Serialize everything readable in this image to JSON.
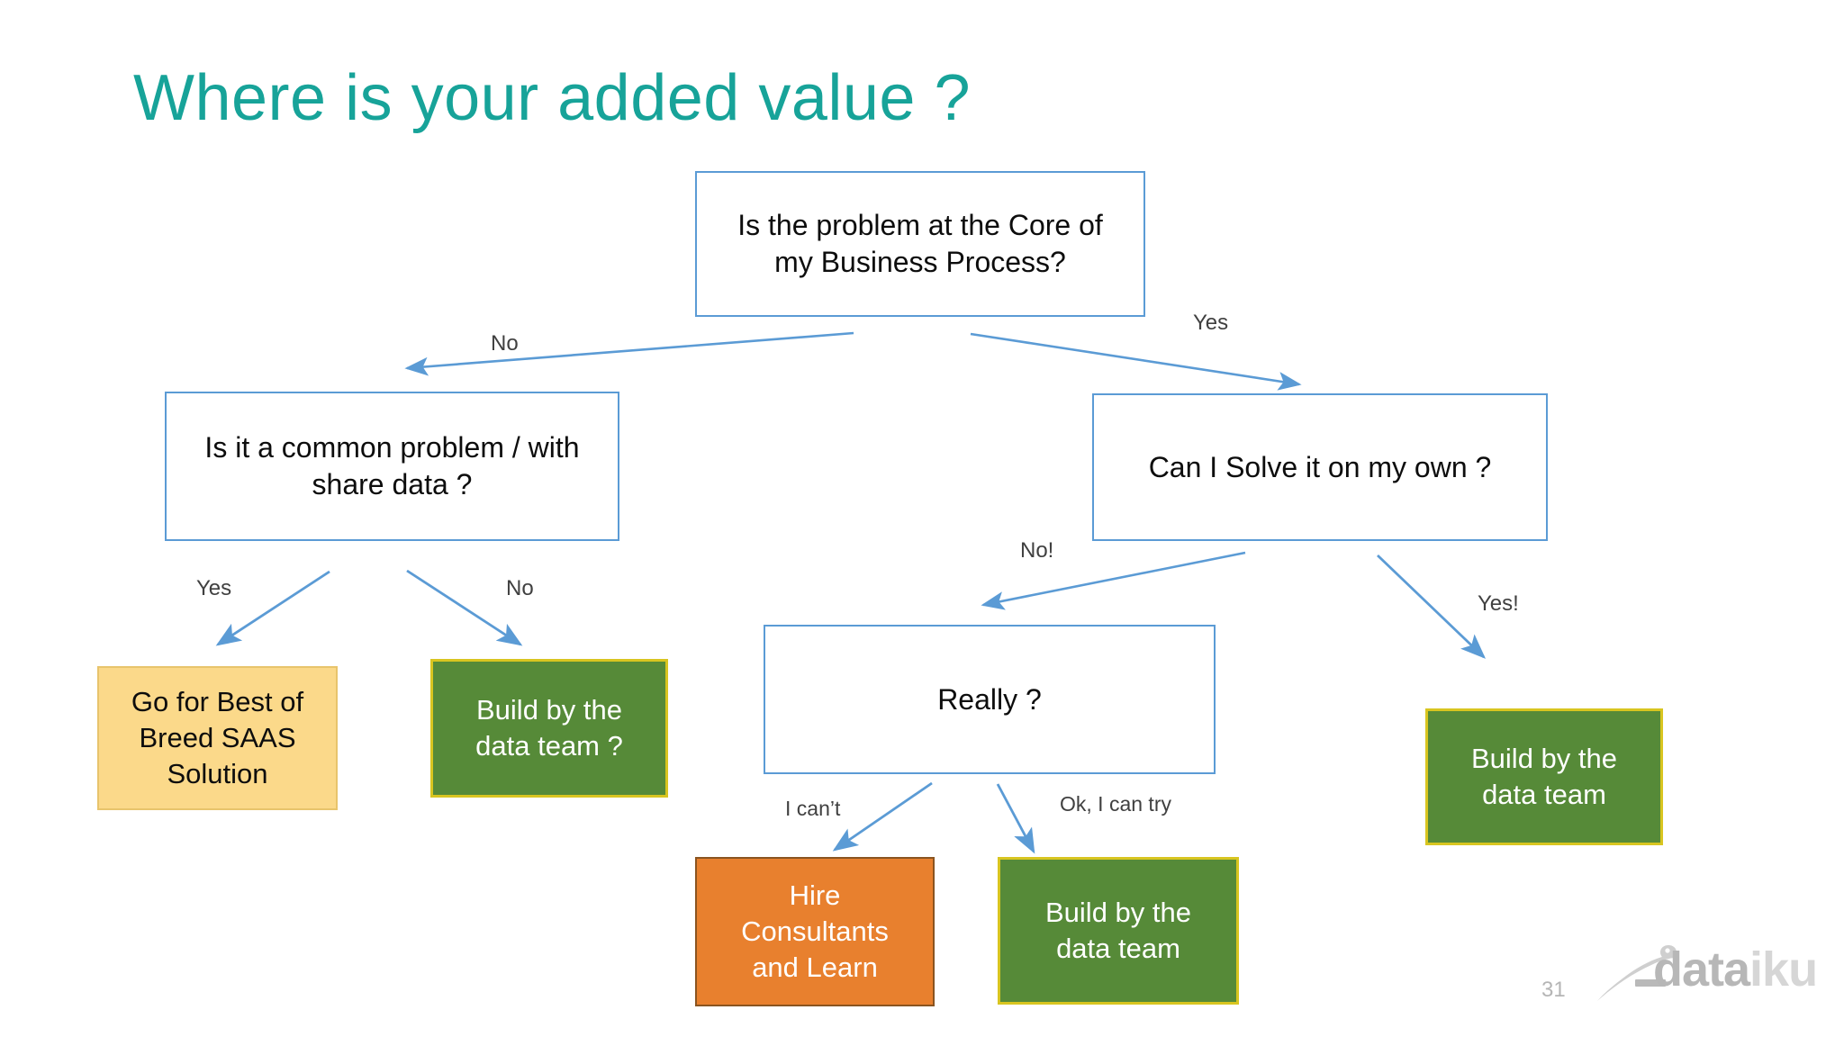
{
  "slide": {
    "title": "Where is your added value ?",
    "page_number": "31",
    "logo": {
      "part1": "data",
      "part2": "iku",
      "icon": "dataiku-bird-logo"
    }
  },
  "colors": {
    "title_teal": "#17a399",
    "decision_border_blue": "#5b9bd5",
    "arrow_blue": "#5b9bd5",
    "outcome_yellow_fill": "#fbd98a",
    "outcome_green_fill": "#568a38",
    "outcome_green_border": "#d8c520",
    "outcome_orange_fill": "#e8802e",
    "text_dark": "#0d0d0d",
    "label_grey": "#404040"
  },
  "flowchart": {
    "nodes": {
      "root_question": "Is the problem  at the Core of my Business Process?",
      "left_question": "Is it a common  problem / with share data ?",
      "right_question": "Can I Solve it on my own ?",
      "really_question": "Really ?",
      "saas_outcome": "Go for  Best of Breed SAAS Solution",
      "build_team_left": "Build by the data team ?",
      "hire_consultants": "Hire Consultants and Learn",
      "build_team_middle": "Build by the data team",
      "build_team_right": "Build by the data team"
    },
    "edge_labels": {
      "root_no": "No",
      "root_yes": "Yes",
      "left_yes": "Yes",
      "left_no": "No",
      "right_no": "No!",
      "right_yes": "Yes!",
      "really_cant": "I can’t",
      "really_try": "Ok, I can try"
    }
  }
}
